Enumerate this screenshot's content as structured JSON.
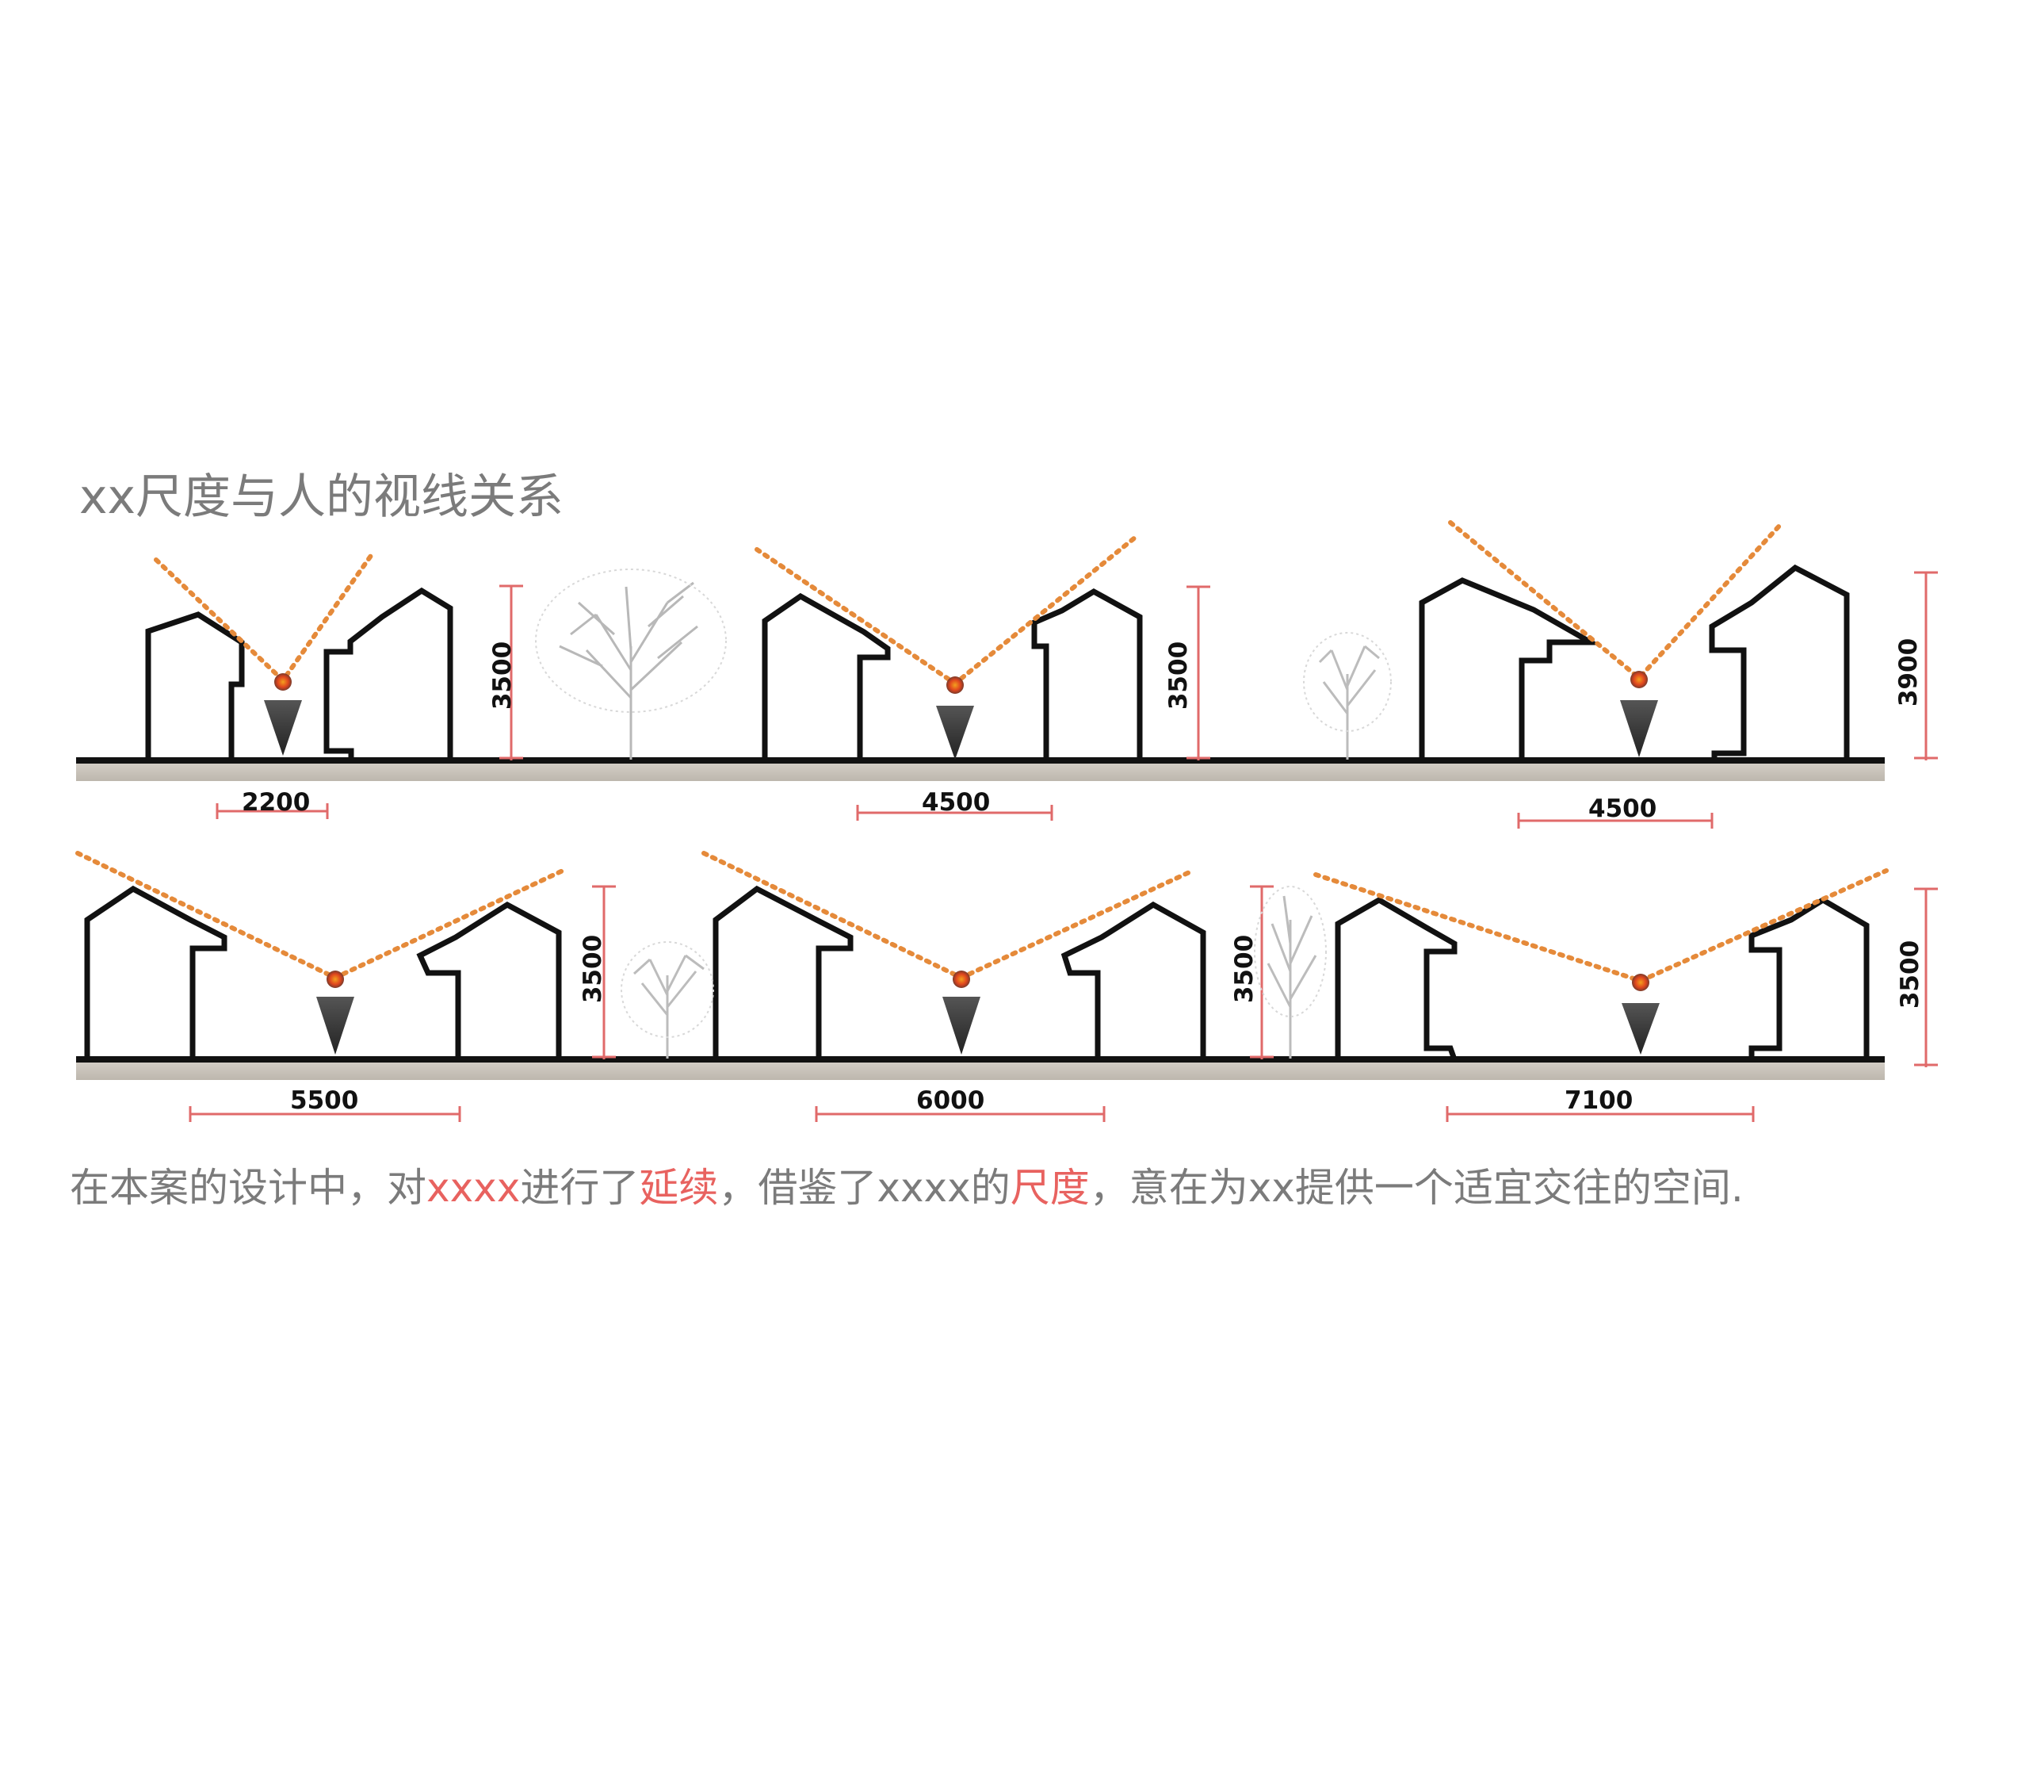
{
  "title": "xx尺度与人的视线关系",
  "caption": {
    "segments": [
      {
        "text": "在本案的设计中，对",
        "highlight": false
      },
      {
        "text": "xxxx",
        "highlight": true
      },
      {
        "text": "进行了",
        "highlight": false
      },
      {
        "text": "延续",
        "highlight": true
      },
      {
        "text": "，借鉴了xxxx的",
        "highlight": false
      },
      {
        "text": "尺度",
        "highlight": true
      },
      {
        "text": "，意在为xx提供一个适宜交往的空间.",
        "highlight": false
      }
    ]
  },
  "colors": {
    "text": "#7b7b7b",
    "highlight": "#e8625f",
    "sightline": "#e58a3a",
    "dimension": "#e06a6a",
    "ground": "#c9c4bc",
    "building": "#111111"
  },
  "sections": [
    {
      "width_label": "2200",
      "height_label": "3500"
    },
    {
      "width_label": "4500",
      "height_label": "3500"
    },
    {
      "width_label": "4500",
      "height_label": "3900"
    },
    {
      "width_label": "5500",
      "height_label": "3500"
    },
    {
      "width_label": "6000",
      "height_label": "3500"
    },
    {
      "width_label": "7100",
      "height_label": "3500"
    }
  ]
}
